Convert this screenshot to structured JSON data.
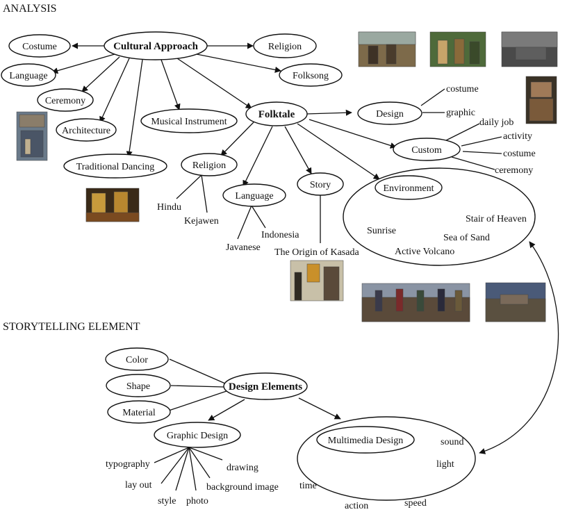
{
  "sections": {
    "analysis": "ANALYSIS",
    "storytelling": "STORYTELLING ELEMENT"
  },
  "nodes": {
    "cultural_approach": "Cultural Approach",
    "costume": "Costume",
    "language": "Language",
    "ceremony": "Ceremony",
    "architecture": "Architecture",
    "traditional_dancing": "Traditional Dancing",
    "musical_instrument": "Musical Instrument",
    "religion": "Religion",
    "folksong": "Folksong",
    "folktale": "Folktale",
    "design": "Design",
    "custom": "Custom",
    "folktale_religion": "Religion",
    "folktale_language": "Language",
    "story": "Story",
    "environment": "Environment",
    "design_elements": "Design Elements",
    "color": "Color",
    "shape": "Shape",
    "material": "Material",
    "graphic_design": "Graphic Design",
    "multimedia_design": "Multimedia Design"
  },
  "leaves": {
    "design_costume": "costume",
    "design_graphic": "graphic",
    "custom_daily_job": "daily job",
    "custom_activity": "activity",
    "custom_costume": "costume",
    "custom_ceremony": "ceremony",
    "hindu": "Hindu",
    "kejawen": "Kejawen",
    "indonesia": "Indonesia",
    "javanese": "Javanese",
    "origin_of_kasada": "The Origin of Kasada",
    "sunrise": "Sunrise",
    "active_volcano": "Active Volcano",
    "sea_of_sand": "Sea of Sand",
    "stair_of_heaven": "Stair of Heaven",
    "typography": "typography",
    "lay_out": "lay out",
    "style": "style",
    "photo": "photo",
    "background_image": "background image",
    "drawing": "drawing",
    "sound": "sound",
    "light": "light",
    "time": "time",
    "action": "action",
    "speed": "speed"
  },
  "colors": {
    "line": "#111111",
    "background": "#ffffff"
  }
}
